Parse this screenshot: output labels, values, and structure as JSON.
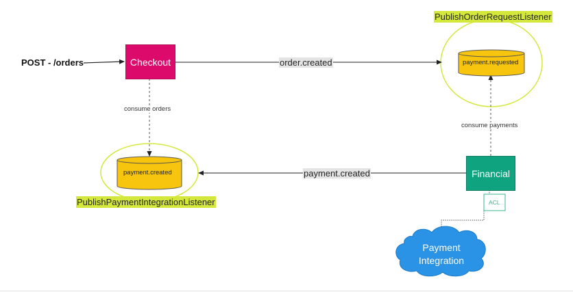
{
  "colors": {
    "checkout": "#dc0b6b",
    "financial": "#0fa37f",
    "cylinder": "#f7c50d",
    "listener_circle": "#d4e83c",
    "cloud": "#2b93e6",
    "acl_border": "#38b58a"
  },
  "diagram": {
    "source_label": "POST - /orders",
    "checkout_label": "Checkout",
    "financial_label": "Financial",
    "order_created_label": "order.created",
    "payment_created_edge_label": "payment.created",
    "consume_orders_label": "consume orders",
    "consume_payments_label": "consume payments",
    "payment_requested_label": "payment.requested",
    "payment_created_store_label": "payment.created",
    "order_listener_label": "PublishOrderRequestListener",
    "payment_listener_label": "PublishPaymentIntegrationListener",
    "acl_label": "ACL",
    "cloud_label_line1": "Payment",
    "cloud_label_line2": "Integration"
  }
}
